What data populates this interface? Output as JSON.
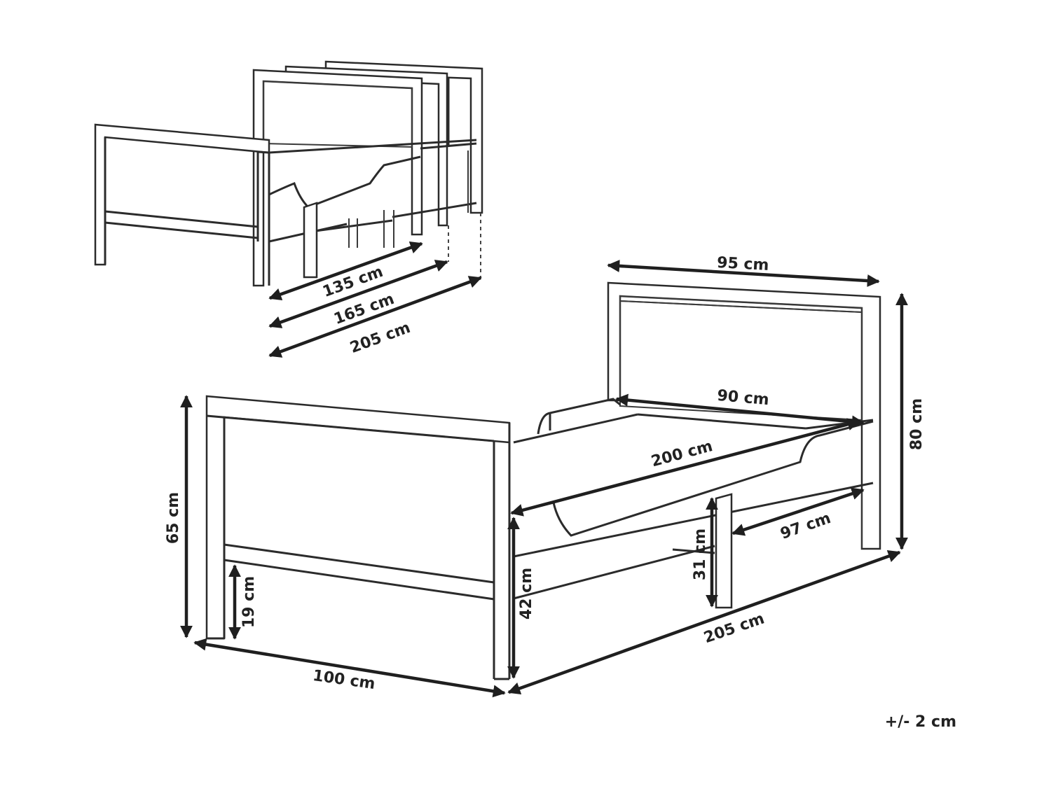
{
  "diagram": {
    "colors": {
      "line": "#2b2b2b",
      "text": "#222222",
      "background": "#ffffff"
    },
    "small_view": {
      "labels": {
        "d135": "135 cm",
        "d165": "165 cm",
        "d205": "205 cm"
      }
    },
    "main_view": {
      "labels": {
        "width_top": "95 cm",
        "mattress_width": "90 cm",
        "mattress_length": "200 cm",
        "headboard_height": "80 cm",
        "footboard_height": "65 cm",
        "leg_clearance": "19 cm",
        "bed_height": "42 cm",
        "rail_height": "31 cm",
        "head_leg_span": "97 cm",
        "total_length": "205 cm",
        "total_width": "100 cm"
      }
    },
    "tolerance": "+/- 2 cm"
  }
}
